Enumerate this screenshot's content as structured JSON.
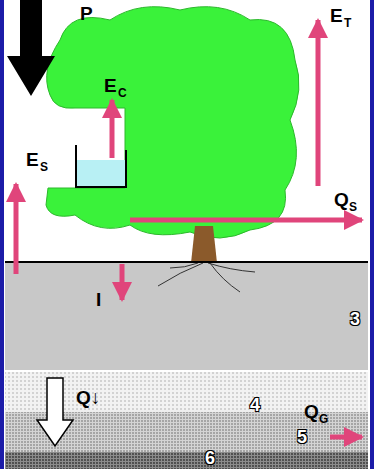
{
  "diagram": {
    "nodes": [
      {
        "text": [
          "3"
        ]
      },
      {
        "text": [
          "4"
        ]
      },
      {
        "text": [
          "5"
        ]
      },
      {
        "text": [
          "6"
        ]
      }
    ],
    "labels": [
      "P",
      "E",
      "C",
      "E",
      "T",
      "E",
      "S",
      "Q",
      "S",
      "I",
      "Q↓",
      "Q",
      "G"
    ]
  }
}
